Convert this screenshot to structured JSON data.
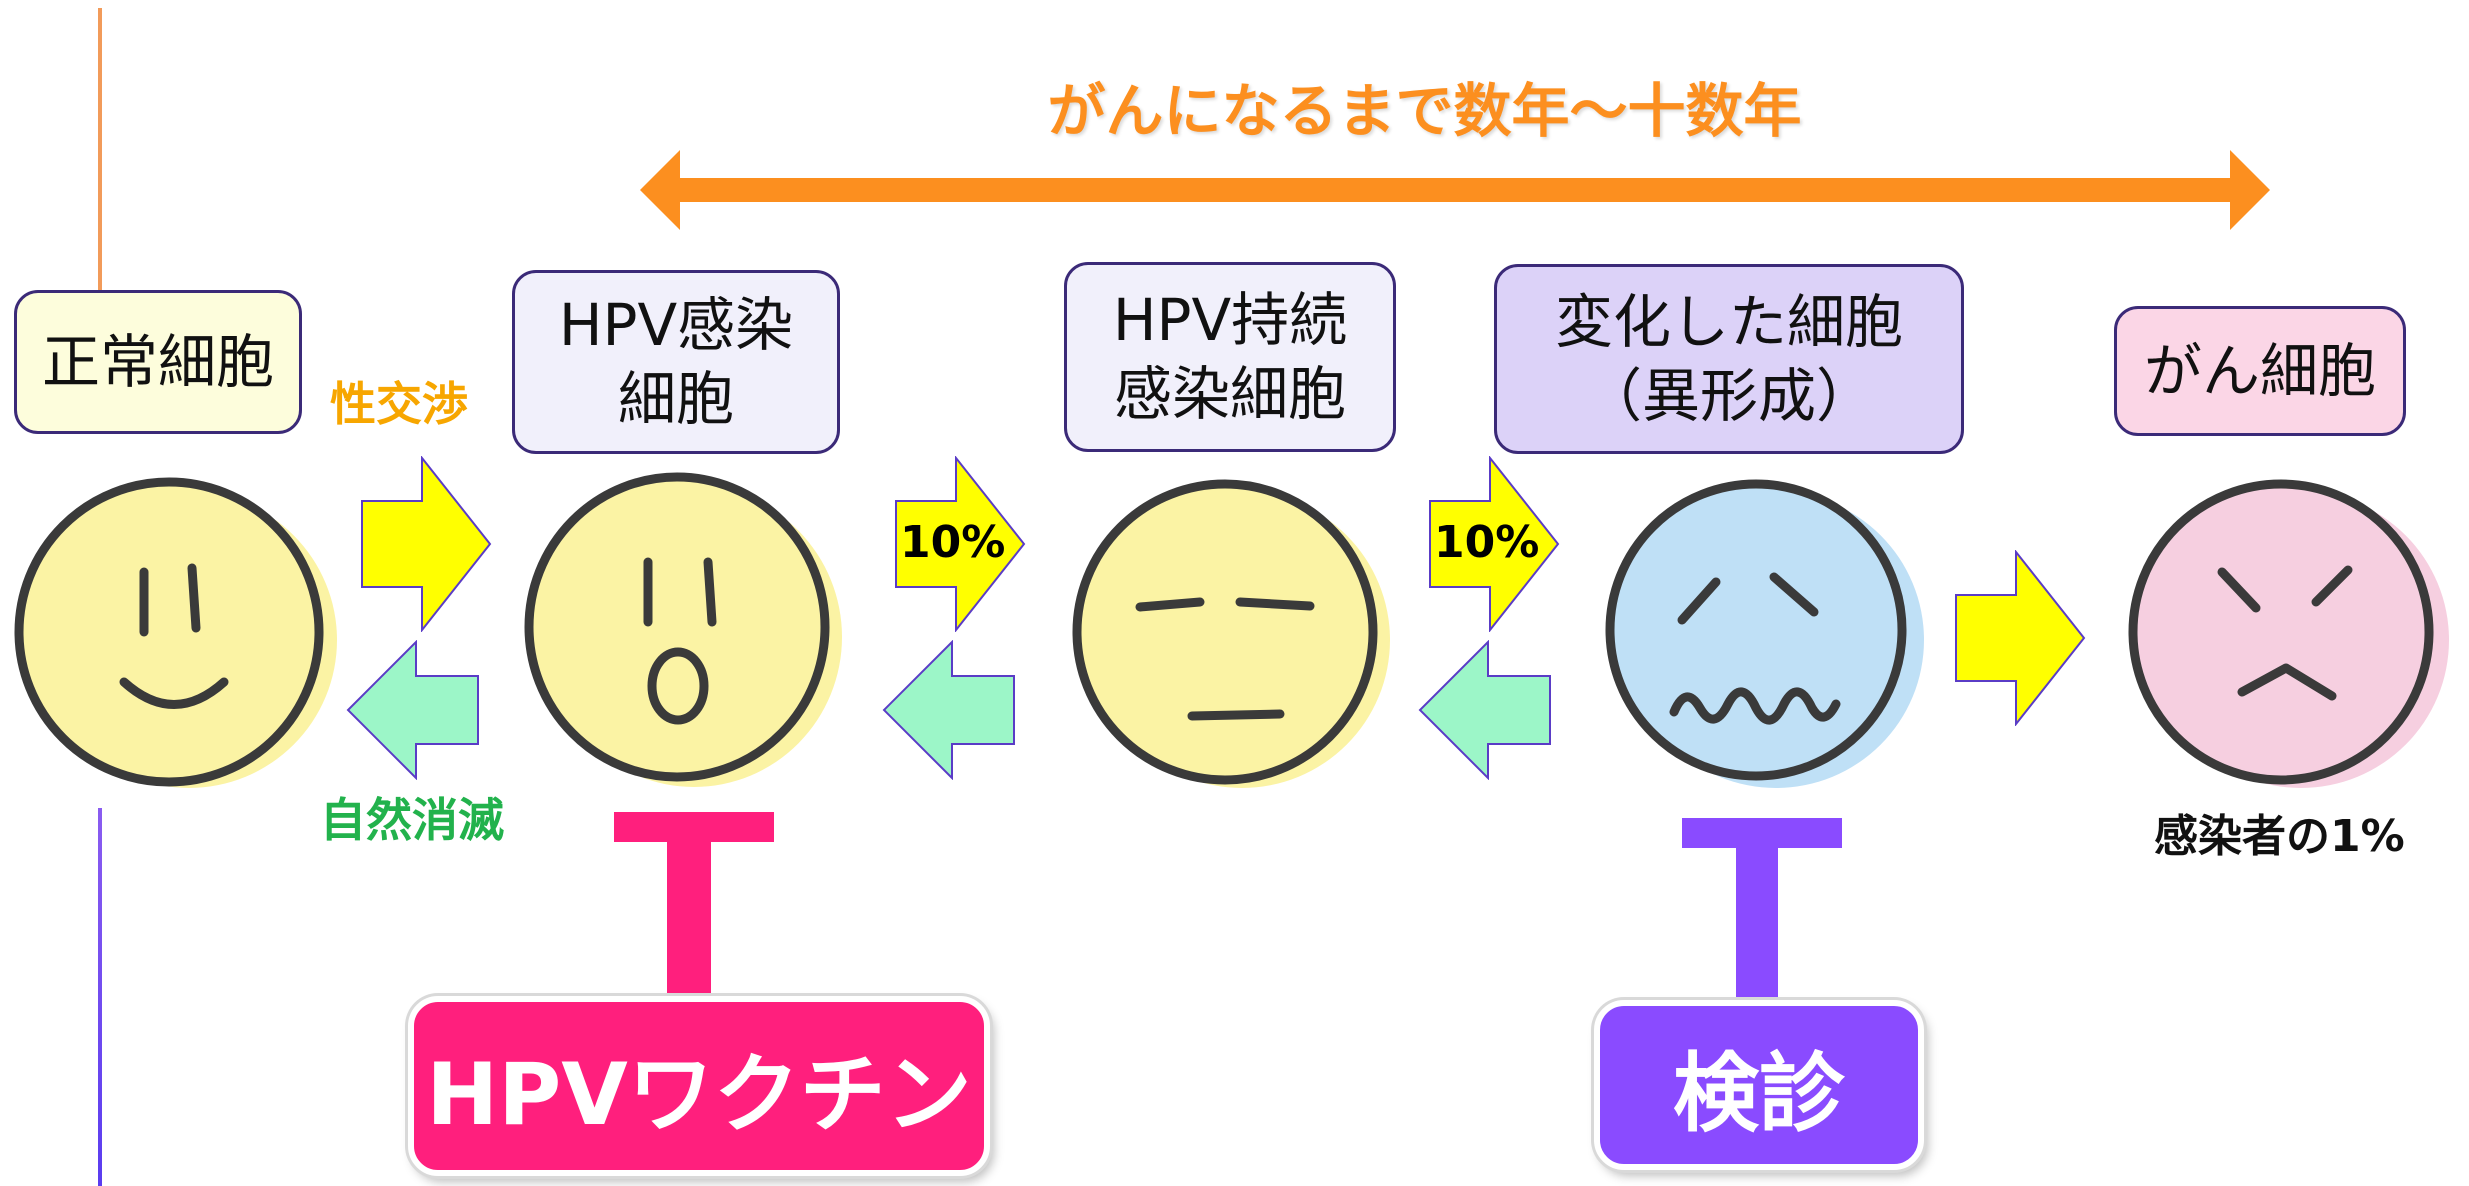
{
  "header": {
    "duration_label": "がんになるまで数年〜十数年"
  },
  "stages": [
    {
      "label": "正常細胞",
      "face": "smile"
    },
    {
      "label": "HPV感染\n細胞",
      "face": "surprised"
    },
    {
      "label": "HPV持続\n感染細胞",
      "face": "neutral"
    },
    {
      "label": "変化した細胞\n（異形成）",
      "face": "worried"
    },
    {
      "label": "がん細胞",
      "face": "angry"
    }
  ],
  "transitions": {
    "infection_label": "性交渉",
    "clearance_label": "自然消滅",
    "rate_1": "10%",
    "rate_2": "10%",
    "cancer_rate_label": "感染者の1%"
  },
  "interventions": {
    "vaccine_label": "HPVワクチン",
    "screening_label": "検診"
  },
  "colors": {
    "orange": "#fc8f1f",
    "yellow_arrow": "#ffff00",
    "green_arrow": "#9cf6c8",
    "vaccine": "#ff1f7d",
    "screening": "#8a4bff",
    "infection_text": "#f7a600",
    "clearance_text": "#22b24c"
  }
}
